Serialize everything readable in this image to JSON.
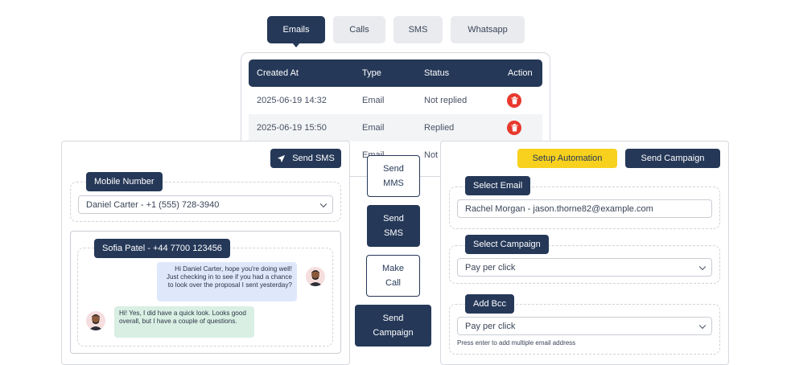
{
  "tabs": [
    {
      "label": "Emails",
      "active": true
    },
    {
      "label": "Calls",
      "active": false
    },
    {
      "label": "SMS",
      "active": false
    },
    {
      "label": "Whatsapp",
      "active": false
    }
  ],
  "table": {
    "headers": [
      "Created At",
      "Type",
      "Status",
      "Action"
    ],
    "rows": [
      {
        "created_at": "2025-06-19 14:32",
        "type": "Email",
        "status": "Not replied"
      },
      {
        "created_at": "2025-06-19 15:50",
        "type": "Email",
        "status": "Replied"
      },
      {
        "created_at": "",
        "type": "Email",
        "status": "Not"
      }
    ]
  },
  "sms_panel": {
    "send_sms_label": "Send SMS",
    "mobile_number_label": "Mobile Number",
    "mobile_number_value": "Daniel Carter  -  +1 (555) 728-3940",
    "contact_label": "Sofia Patel - +44 7700 123456",
    "messages": [
      {
        "direction": "out",
        "text": "Hi Daniel Carter, hope you're doing well! Just checking in to see if you had a chance to look over the proposal I sent yesterday?"
      },
      {
        "direction": "in",
        "text": "Hi! Yes, I did have a quick look. Looks good overall, but I have a couple of questions."
      }
    ]
  },
  "middle_buttons": {
    "send_mms": [
      "Send",
      "MMS"
    ],
    "send_sms": [
      "Send",
      "SMS"
    ],
    "make_call": [
      "Make",
      "Call"
    ],
    "send_campaign": [
      "Send",
      "Campaign"
    ]
  },
  "campaign_panel": {
    "setup_automation_label": "Setup Automation",
    "send_campaign_label": "Send Campaign",
    "select_email_label": "Select Email",
    "select_email_value": "Rachel Morgan  -  jason.thorne82@example.com",
    "select_campaign_label": "Select Campaign",
    "select_campaign_value": "Pay per click",
    "add_bcc_label": "Add Bcc",
    "add_bcc_value": "Pay per click",
    "bcc_hint": "Press enter to add multiple email address"
  },
  "colors": {
    "primary": "#253858",
    "accent_yellow": "#f7d11d",
    "delete_red": "#e8392d",
    "bubble_out": "#dfe8fb",
    "bubble_in": "#d9efe3"
  }
}
